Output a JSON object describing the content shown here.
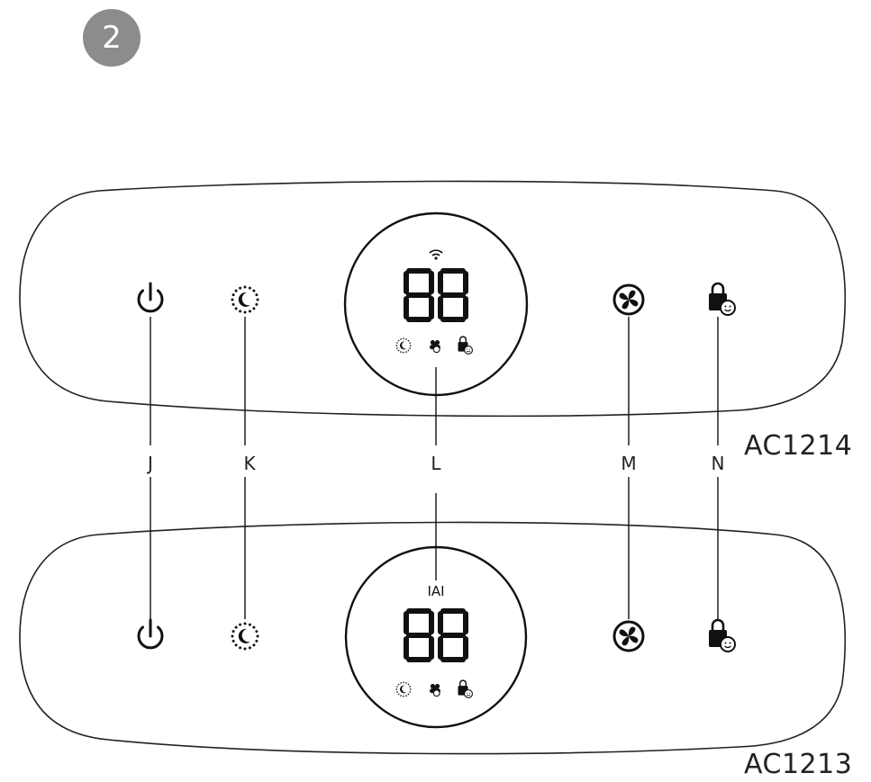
{
  "step_badge": "2",
  "callouts": {
    "J": "J",
    "K": "K",
    "L": "L",
    "M": "M",
    "N": "N"
  },
  "panels": [
    {
      "model": "AC1214",
      "status_indicator": "wifi-icon",
      "display_digits": "88",
      "display_icons": [
        "sleep-mode-icon",
        "auto-mode-icon",
        "child-lock-icon"
      ],
      "buttons": [
        "power-button",
        "sleep-button",
        "fan-speed-button",
        "child-lock-button"
      ]
    },
    {
      "model": "AC1213",
      "status_indicator": "IAI",
      "display_digits": "88",
      "display_icons": [
        "sleep-mode-icon",
        "auto-mode-icon",
        "child-lock-icon"
      ],
      "buttons": [
        "power-button",
        "sleep-button",
        "fan-speed-button",
        "child-lock-button"
      ]
    }
  ],
  "colors": {
    "badge": "#8c8c8c",
    "line": "#111111"
  }
}
